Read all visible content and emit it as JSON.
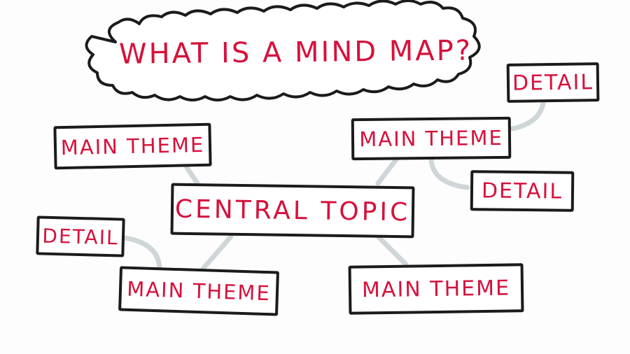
{
  "title": "WHAT IS A MIND MAP?",
  "central_topic": "CENTRAL TOPIC",
  "main_themes": [
    {
      "label": "MAIN THEME"
    },
    {
      "label": "MAIN THEME"
    },
    {
      "label": "MAIN THEME"
    },
    {
      "label": "MAIN THEME"
    }
  ],
  "details": [
    {
      "label": "DETAIL"
    },
    {
      "label": "DETAIL"
    },
    {
      "label": "DETAIL"
    }
  ],
  "colors": {
    "text": "#d6113c",
    "border": "#1b1b1b",
    "connector": "#cfd6d8",
    "background": "#fdfdfd"
  }
}
